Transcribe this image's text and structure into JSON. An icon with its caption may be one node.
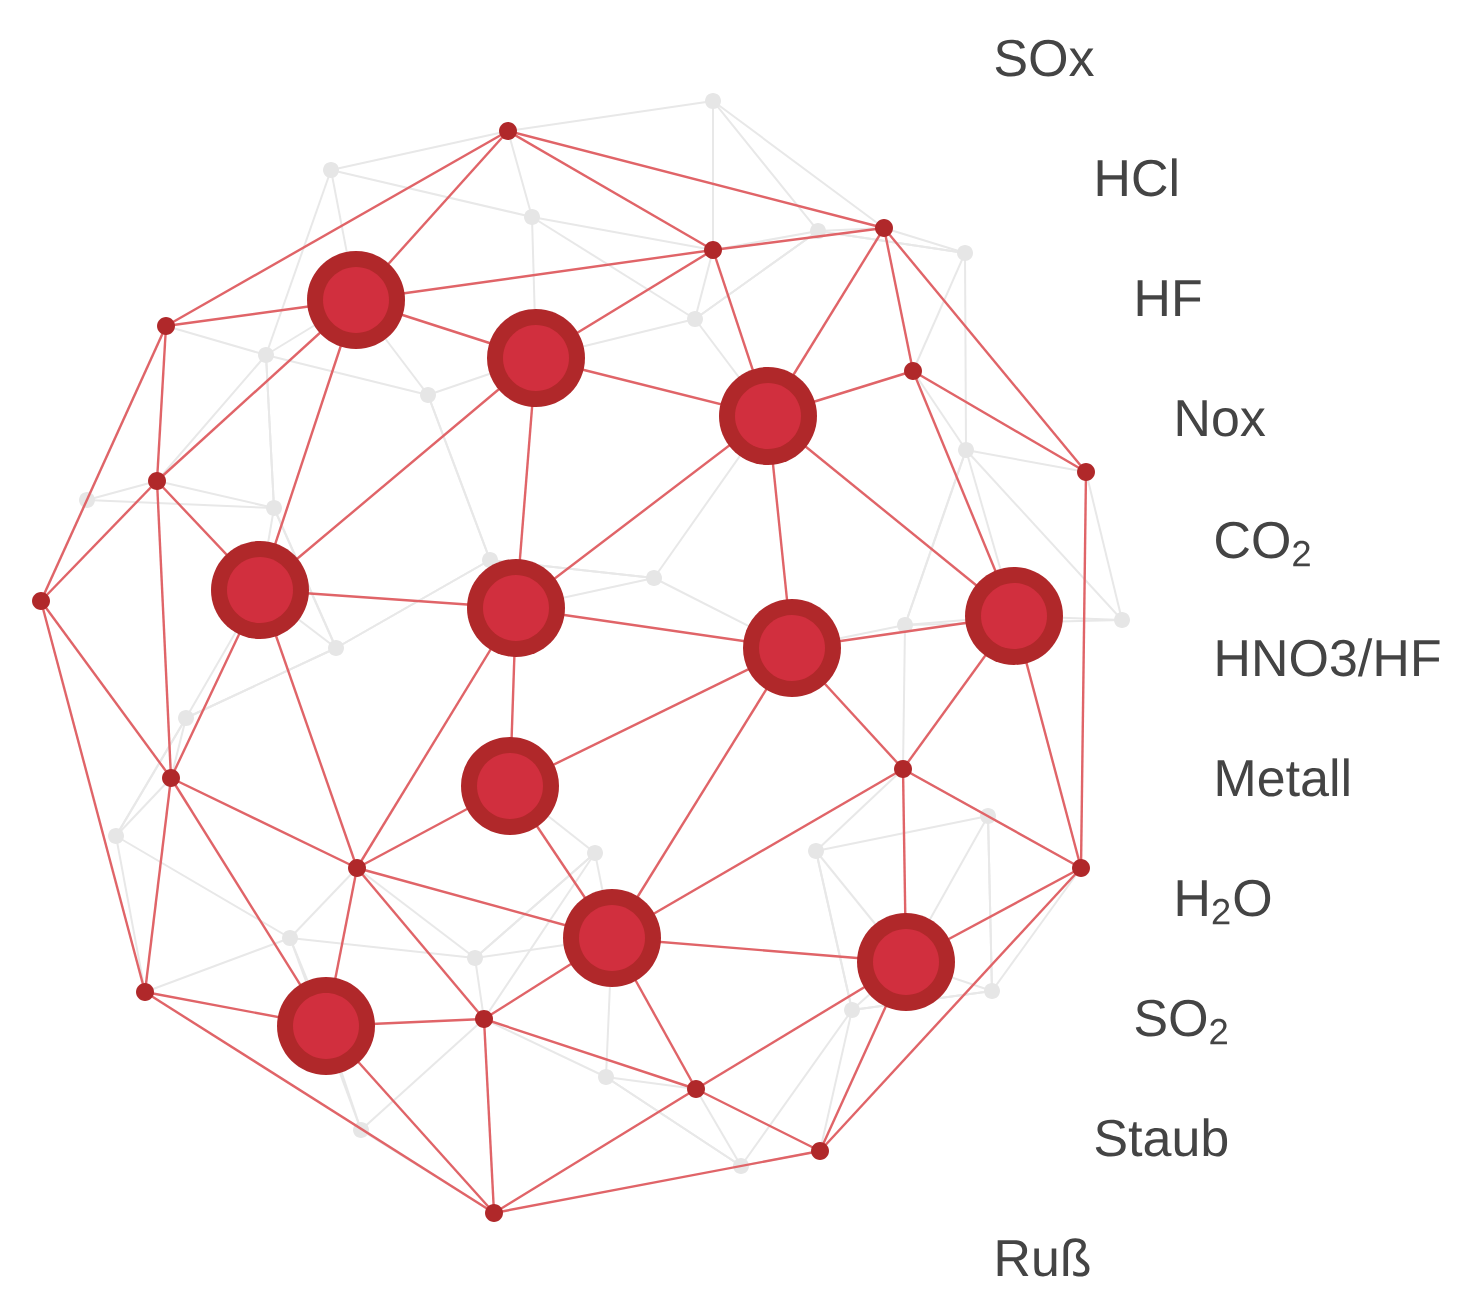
{
  "diagram": {
    "labels": [
      "SOx",
      "HCl",
      "HF",
      "Nox",
      "CO$_{2}$",
      "HNO3/HF",
      "Metall",
      "H$_{2}$O",
      "SO$_{2}$",
      "Staub",
      "Ruß"
    ]
  }
}
